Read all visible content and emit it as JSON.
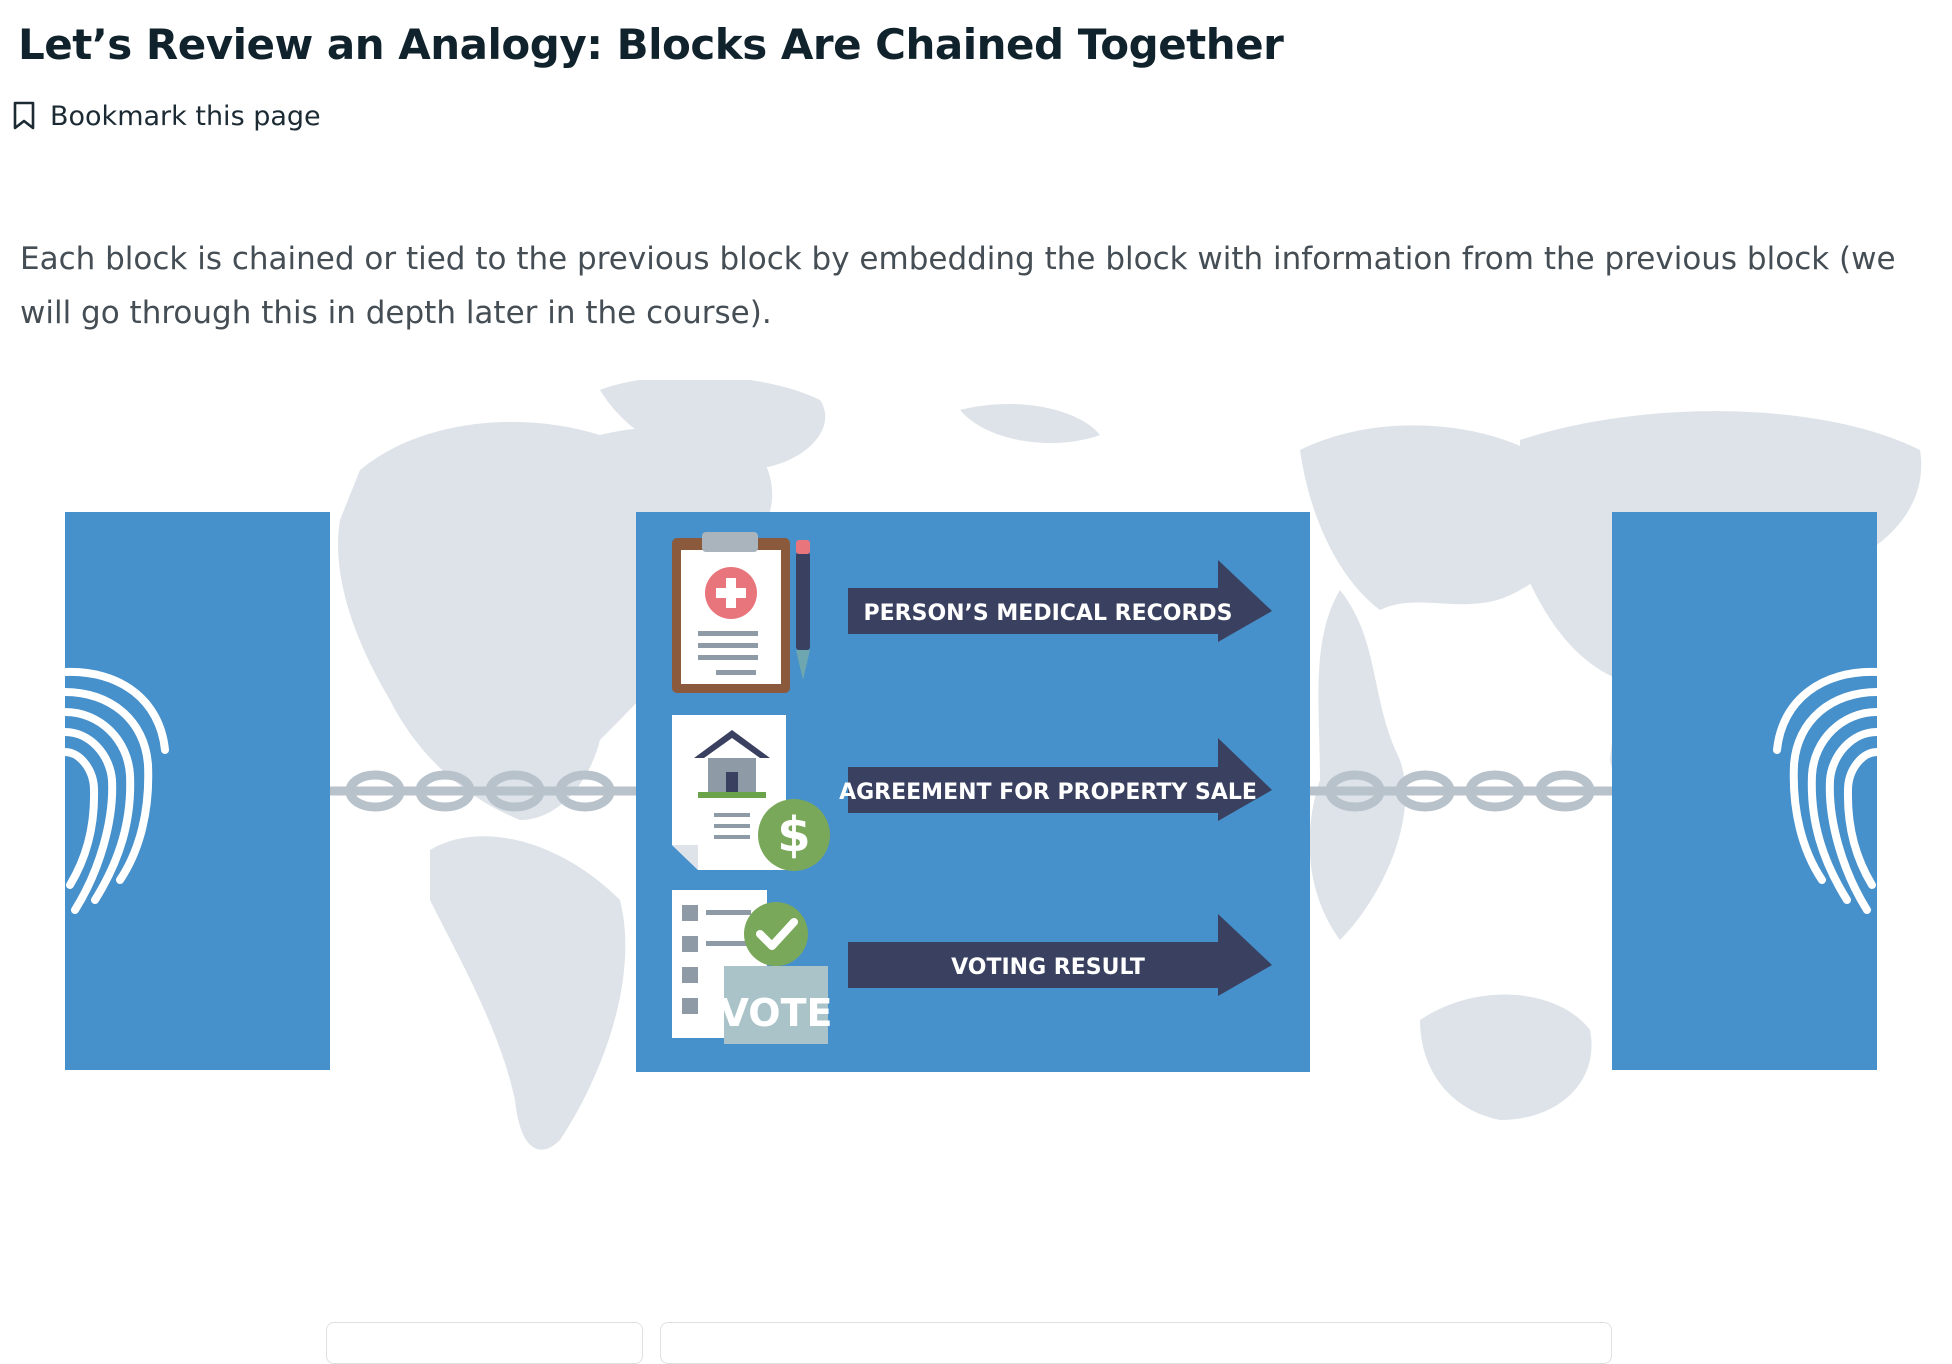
{
  "page": {
    "title": "Let’s Review an Analogy: Blocks Are Chained Together",
    "bookmark_label": "Bookmark this page",
    "intro": "Each block is chained or tied to the previous block by embedding the block with information from the previous block (we will go through this in depth later in the course)."
  },
  "figure": {
    "labels": {
      "medical": "PERSON’S MEDICAL RECORDS",
      "property": "AGREEMENT FOR PROPERTY SALE",
      "voting": "VOTING RESULT",
      "vote_stamp": "VOTE",
      "dollar": "$"
    },
    "icons": [
      "fingerprint-icon",
      "chain-icon",
      "clipboard-icon",
      "pen-icon",
      "house-document-icon",
      "dollar-coin-icon",
      "ballot-icon",
      "checkmark-icon"
    ],
    "colors": {
      "block_blue": "#4690cb",
      "arrow_navy": "#3a4160",
      "map_grey": "#dde3e8",
      "chain_grey": "#b8c2cb",
      "title_text": "#10222c",
      "body_text": "#454e55"
    }
  }
}
